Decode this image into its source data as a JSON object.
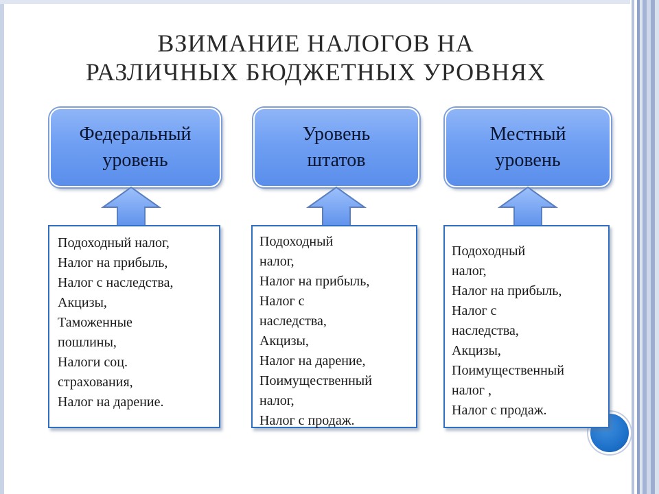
{
  "title": {
    "line1": "ВЗИМАНИЕ НАЛОГОВ НА",
    "line2": "РАЗЛИЧНЫХ БЮДЖЕТНЫХ УРОВНЯХ"
  },
  "levels": [
    {
      "label_lines": [
        "Федеральный",
        "уровень"
      ],
      "taxes_lines": [
        "Подоходный налог,",
        "Налог на прибыль,",
        "Налог с наследства,",
        "Акцизы,",
        "Таможенные",
        "пошлины,",
        "Налоги соц.",
        "страхования,",
        "Налог на дарение."
      ]
    },
    {
      "label_lines": [
        "Уровень",
        "штатов"
      ],
      "taxes_lines": [
        "Подоходный",
        "налог,",
        "Налог на прибыль,",
        "Налог с",
        "наследства,",
        "Акцизы,",
        "Налог на дарение,",
        "Поимущественный",
        "налог,",
        "Налог с продаж."
      ]
    },
    {
      "label_lines": [
        "Местный",
        "уровень"
      ],
      "taxes_lines": [
        "Подоходный",
        "налог,",
        "Налог на прибыль,",
        "Налог с",
        "наследства,",
        "Акцизы,",
        "Поимущественный",
        "налог ,",
        "Налог с продаж."
      ]
    }
  ],
  "colors": {
    "level_fill": "#6f9ff3",
    "arrow_fill": "#7aa6f2",
    "box_border": "#2f6fc1",
    "accent_circle": "#1c6fc7"
  }
}
